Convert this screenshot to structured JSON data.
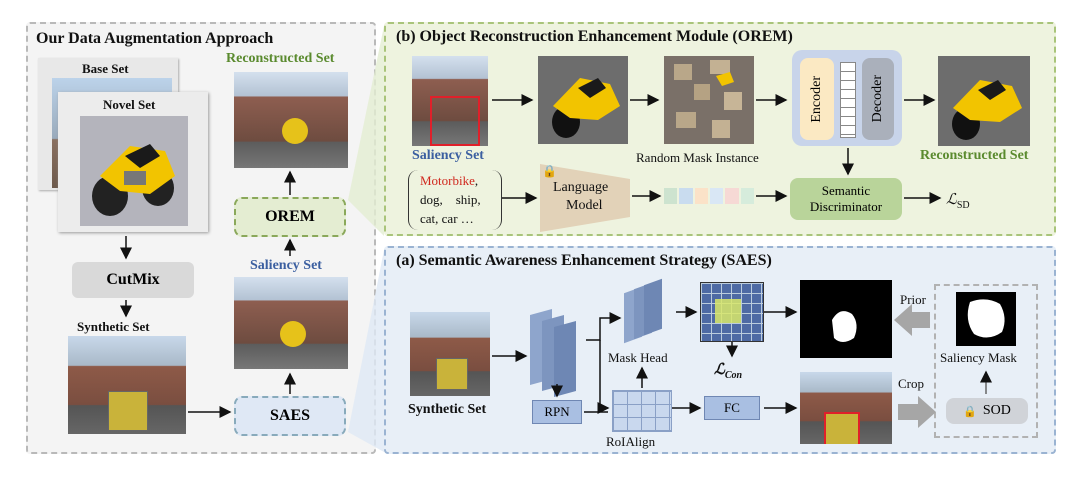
{
  "left_panel": {
    "title": "Our Data Augmentation Approach",
    "base_set": "Base Set",
    "novel_set": "Novel Set",
    "cutmix": "CutMix",
    "synthetic_set": "Synthetic Set",
    "saes": "SAES",
    "saliency_set": "Saliency Set",
    "orem": "OREM",
    "reconstructed_set": "Reconstructed Set"
  },
  "orem_panel": {
    "title": "(b) Object Reconstruction Enhancement Module (OREM)",
    "saliency_set": "Saliency Set",
    "random_mask": "Random Mask Instance",
    "encoder": "Encoder",
    "decoder": "Decoder",
    "reconstructed_set": "Reconstructed Set",
    "classes_highlight": "Motorbike",
    "classes_rest_1": ",",
    "classes_line2": "dog,    ship,",
    "classes_line3": "cat, car …",
    "language_model_1": "Language",
    "language_model_2": "Model",
    "semantic_disc_1": "Semantic",
    "semantic_disc_2": "Discriminator",
    "loss_sd": "ℒ",
    "loss_sd_sub": "SD"
  },
  "saes_panel": {
    "title": "(a) Semantic Awareness Enhancement Strategy (SAES)",
    "synthetic_set": "Synthetic Set",
    "rpn": "RPN",
    "mask_head": "Mask Head",
    "roialign": "RoIAlign",
    "fc": "FC",
    "loss_con": "ℒ",
    "loss_con_sub": "Con",
    "prior": "Prior",
    "crop": "Crop",
    "saliency_mask": "Saliency Mask",
    "sod": "SOD"
  },
  "colors": {
    "orem_bg": "#eef3df",
    "saes_bg": "#e8eff7",
    "green_text": "#5a8a2e",
    "blue_text": "#3b5fa0",
    "red_box": "#e0202a"
  }
}
